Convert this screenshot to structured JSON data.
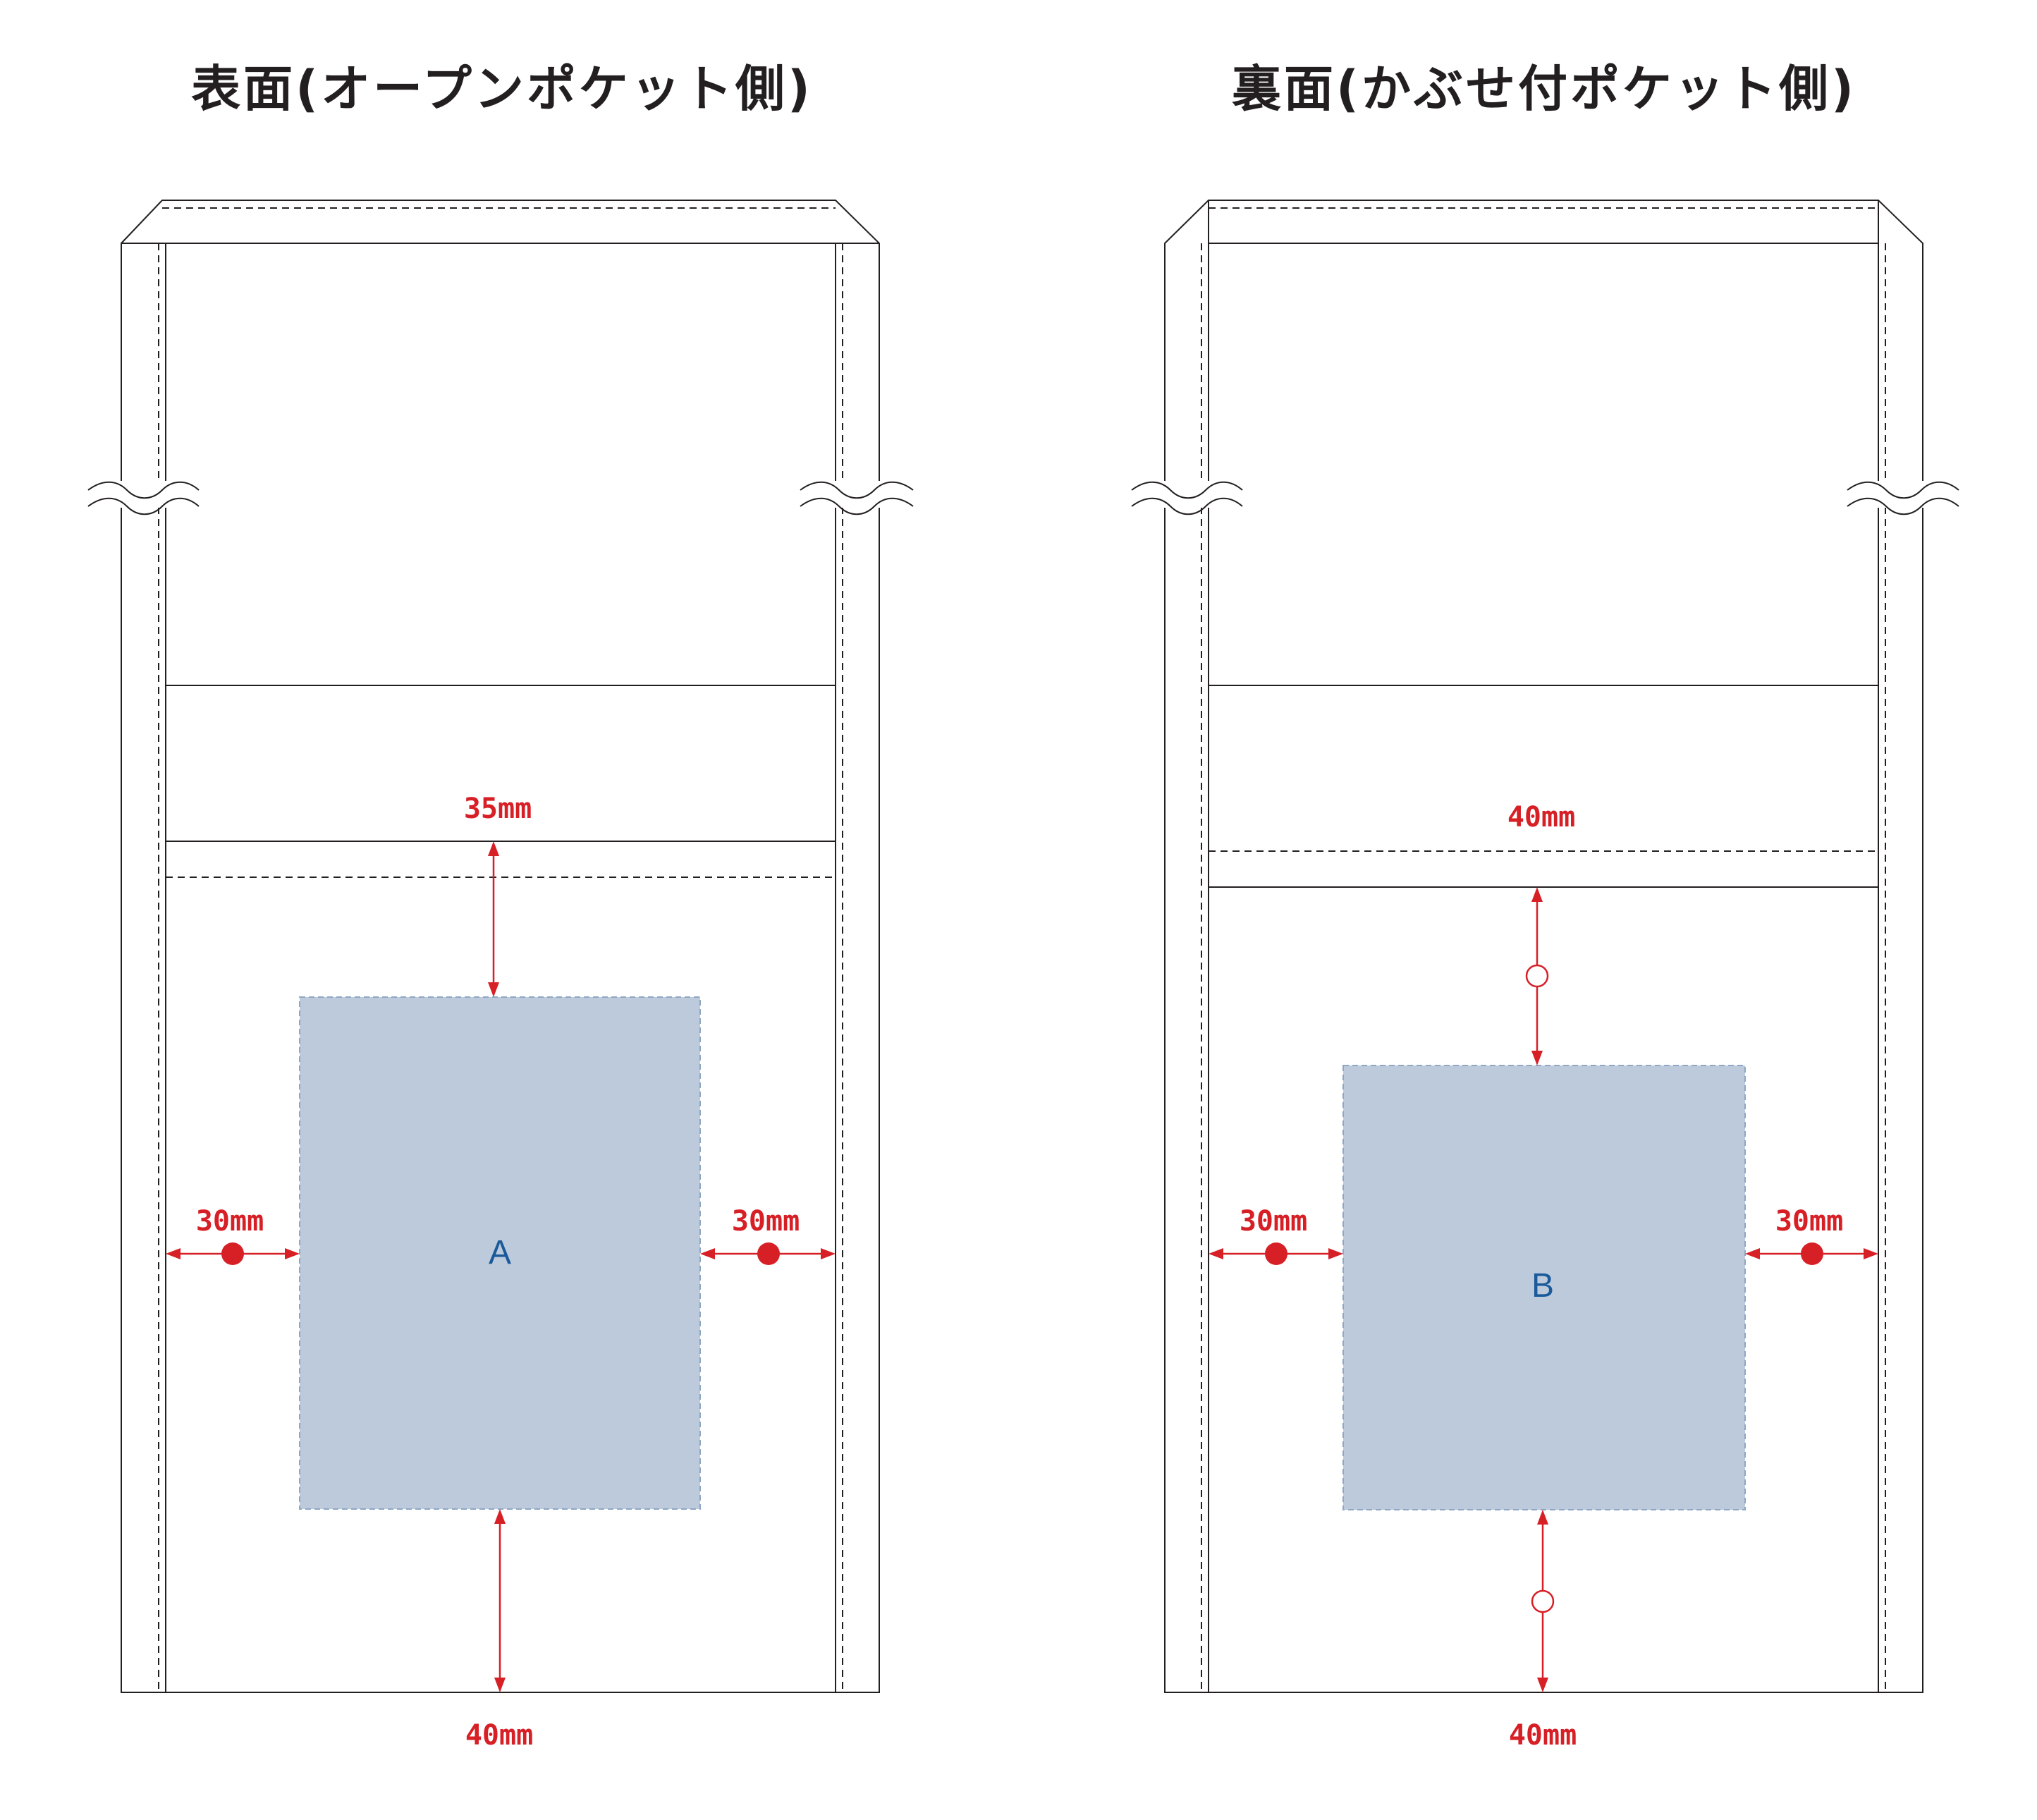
{
  "panels": {
    "front": {
      "title": "表面(オープンポケット側)",
      "area_label": "A",
      "top_margin": "35mm",
      "left_margin": "30mm",
      "right_margin": "30mm",
      "bottom_margin": "40mm"
    },
    "back": {
      "title": "裏面(かぶせ付ポケット側)",
      "area_label": "B",
      "top_margin": "40mm",
      "left_margin": "30mm",
      "right_margin": "30mm",
      "bottom_margin": "40mm"
    }
  },
  "colors": {
    "dimension": "#d71f26",
    "print_area_fill": "#bdcadb",
    "area_label": "#1a5a9a",
    "outline": "#231f20"
  }
}
